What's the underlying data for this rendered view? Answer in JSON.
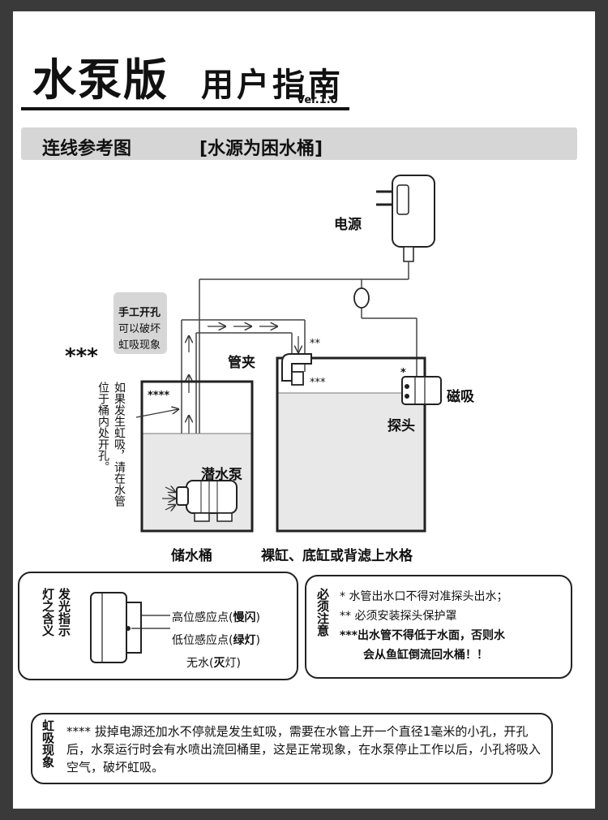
{
  "header": {
    "title": "水泵版",
    "subtitle": "用户指南",
    "version": "Ver.1.0"
  },
  "section": {
    "label": "连线参考图",
    "case": "[水源为困水桶]"
  },
  "diagram": {
    "power": "电源",
    "manual_hole_1": "手工开孔",
    "manual_hole_2": "可以破坏",
    "manual_hole_3": "虹吸现象",
    "stars3": "***",
    "stars4": "****",
    "vertical_note_1": "如果发生虹吸，请在水管",
    "vertical_note_2": "位于桶内处开孔。",
    "clip": "管夹",
    "stars2": "**",
    "stars3b": "***",
    "stars1": "*",
    "magnet": "磁吸",
    "probe": "探头",
    "pump": "潜水泵",
    "storage": "储水桶",
    "tanks": "裸缸、底缸或背滤上水格"
  },
  "indicator": {
    "heading_1": "灯之含义",
    "heading_2": "发光指示",
    "high_pre": "高位感应点(",
    "high_bold": "慢闪",
    "low_pre": "低位感应点(",
    "low_bold": "绿灯",
    "close": ")",
    "none_pre": "无水(",
    "none_bold": "灭",
    "none_post": "灯)"
  },
  "caution": {
    "heading": "必须注意",
    "line1": "*  水管出水口不得对准探头出水；",
    "line2": "** 必须安装探头保护罩",
    "line3a": "***出水管不得低于水面，否则水",
    "line3b": "会从鱼缸倒流回水桶！！"
  },
  "siphon": {
    "heading": "虹吸现象",
    "text": "****  拔掉电源还加水不停就是发生虹吸，需要在水管上开一个直径1毫米的小孔，开孔后，水泵运行时会有水喷出流回桶里，这是正常现象，在水泵停止工作以后，小孔将吸入空气，破坏虹吸。"
  }
}
